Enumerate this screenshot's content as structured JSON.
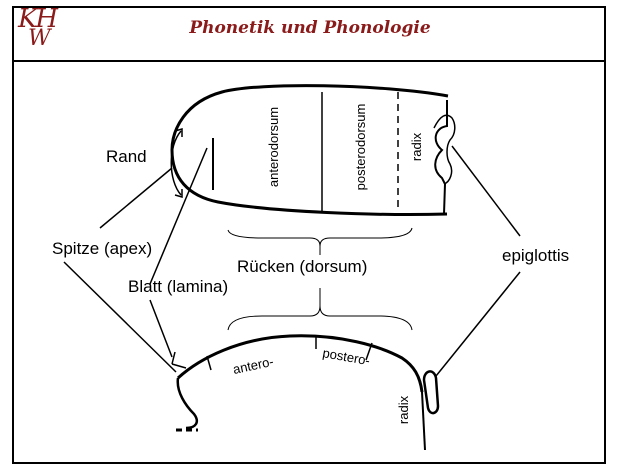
{
  "logo": {
    "line1": "KH",
    "line2": "W"
  },
  "header": {
    "title": "Phonetik und Phonologie"
  },
  "colors": {
    "title": "#8b1a1a",
    "ink": "#000000"
  },
  "diagram": {
    "labels": {
      "rand": "Rand",
      "spitze": "Spitze (apex)",
      "blatt": "Blatt (lamina)",
      "ruecken": "Rücken (dorsum)",
      "epiglottis": "epiglottis"
    },
    "upper_regions": {
      "anterodorsum": "anterodorsum",
      "posterodorsum": "posterodorsum",
      "radix": "radix"
    },
    "lower_regions": {
      "antero": "antero-",
      "postero": "postero-",
      "radix": "radix"
    }
  }
}
